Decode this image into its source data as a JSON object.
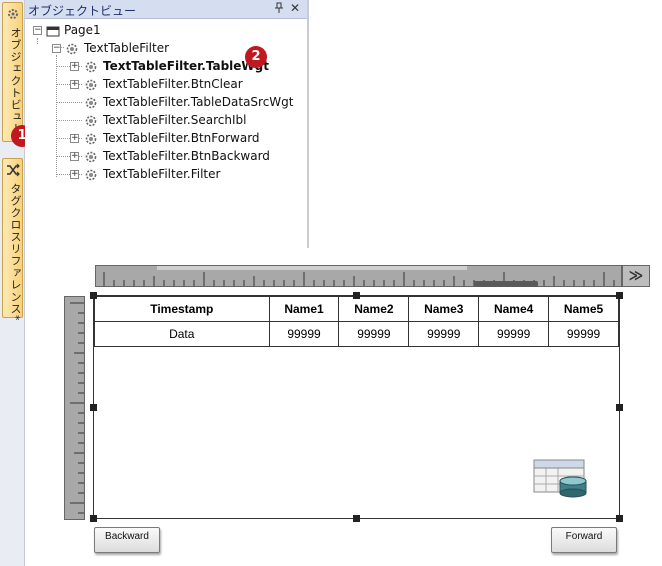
{
  "side_tabs": {
    "object_view_label": "オブジェクトビュー",
    "tag_cross_label": "タグクロスリファレンス*"
  },
  "badges": {
    "one": "1",
    "two": "2"
  },
  "panel": {
    "title": "オブジェクトビュー",
    "pin_icon": "pin-icon",
    "close_icon": "close-icon"
  },
  "tree": {
    "root": "Page1",
    "filter": "TextTableFilter",
    "children": [
      {
        "label": "TextTableFilter.TableWgt",
        "bold": true,
        "expandable": true
      },
      {
        "label": "TextTableFilter.BtnClear",
        "bold": false,
        "expandable": true
      },
      {
        "label": "TextTableFilter.TableDataSrcWgt",
        "bold": false,
        "expandable": false
      },
      {
        "label": "TextTableFilter.SearchIbl",
        "bold": false,
        "expandable": false
      },
      {
        "label": "TextTableFilter.BtnForward",
        "bold": false,
        "expandable": true
      },
      {
        "label": "TextTableFilter.BtnBackward",
        "bold": false,
        "expandable": true
      },
      {
        "label": "TextTableFilter.Filter",
        "bold": false,
        "expandable": true
      }
    ]
  },
  "ruler": {
    "expand_label": "≫"
  },
  "table": {
    "headers": [
      "Timestamp",
      "Name1",
      "Name2",
      "Name3",
      "Name4",
      "Name5"
    ],
    "row": [
      "Data",
      "99999",
      "99999",
      "99999",
      "99999",
      "99999"
    ]
  },
  "buttons": {
    "backward": "Backward",
    "forward": "Forward"
  },
  "colors": {
    "tab_accent": "#f8d27a",
    "panel_header": "#d5def0",
    "badge": "#c1171e",
    "ruler": "#a8a8a8"
  }
}
